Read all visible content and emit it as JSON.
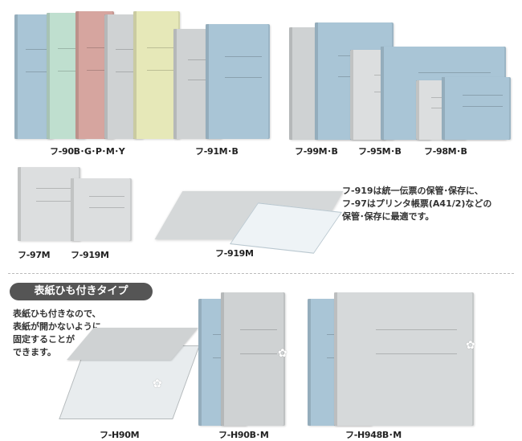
{
  "colors": {
    "blue": "#a9c5d6",
    "green": "#bfdfcf",
    "pink": "#d6a59f",
    "grey": "#cfd2d3",
    "yellow": "#e6e8b8",
    "light_grey": "#dcdedf",
    "badge": "#555555"
  },
  "labels": {
    "f90": "フ-90B･G･P･M･Y",
    "f91": "フ-91M･B",
    "f99": "フ-99M･B",
    "f95": "フ-95M･B",
    "f98": "フ-98M･B",
    "f97": "フ-97M",
    "f919": "フ-919M",
    "f919_open": "フ-919M",
    "h90m": "フ-H90M",
    "h90b": "フ-H90B･M",
    "h948": "フ-H948B･M"
  },
  "note_919": [
    "フ-919は統一伝票の保管･保存に、",
    "フ-97はプリンタ帳票(A41/2)などの",
    "保管･保存に最適です。"
  ],
  "badge": "表紙ひも付きタイプ",
  "note_string": [
    "表紙ひも付きなので、",
    "表紙が開かないように",
    "固定することが",
    "できます。"
  ]
}
